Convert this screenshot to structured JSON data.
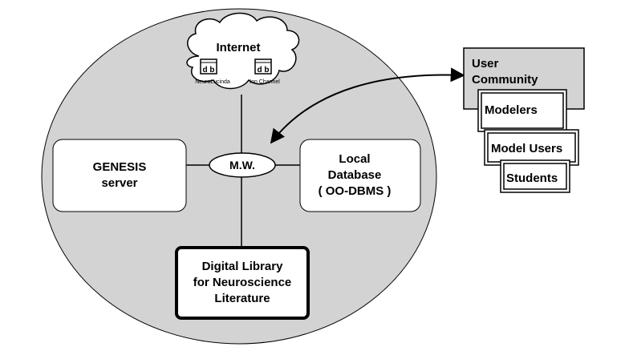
{
  "internet": {
    "title": "Internet",
    "databases": [
      {
        "icon_text": "d b",
        "caption": "NeuroLucinda"
      },
      {
        "icon_text": "d b",
        "caption": "Ion Channel"
      }
    ]
  },
  "nodes": {
    "genesis": {
      "line1": "GENESIS",
      "line2": "server"
    },
    "middleware": {
      "label": "M.W."
    },
    "local_db": {
      "line1": "Local",
      "line2": "Database",
      "line3": "( OO-DBMS )"
    },
    "library": {
      "line1": "Digital Library",
      "line2": "for Neuroscience",
      "line3": "Literature"
    }
  },
  "community": {
    "line1": "User",
    "line2": "Community",
    "groups": [
      "Modelers",
      "Model Users",
      "Students"
    ]
  },
  "colors": {
    "ellipse_fill": "#d3d3d3",
    "community_fill": "#d3d3d3",
    "box_fill": "#ffffff",
    "stroke": "#000000"
  }
}
